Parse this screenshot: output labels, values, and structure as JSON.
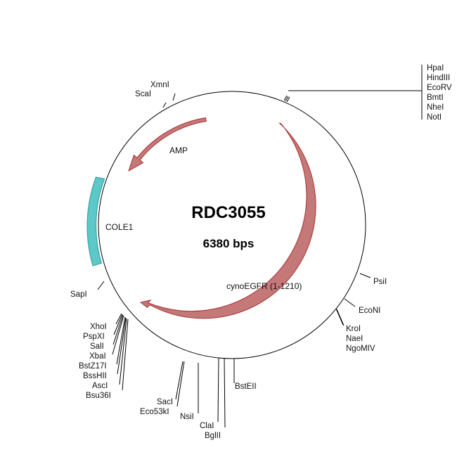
{
  "plasmid": {
    "name": "RDC3055",
    "size": "6380 bps"
  },
  "features": {
    "amp": "AMP",
    "cole1": "COLE1",
    "cyno": "cynoEGFR (1-1210)"
  },
  "sites": {
    "xmni": "XmnI",
    "scai": "ScaI",
    "hpai": "HpaI",
    "hindiii": "HindIII",
    "ecorv": "EcoRV",
    "bmti": "BmtI",
    "nhei": "NheI",
    "noti": "NotI",
    "psii": "PsiI",
    "econi": "EcoNI",
    "kroi": "KroI",
    "naei": "NaeI",
    "ngomiv": "NgoMIV",
    "bsteii": "BstEII",
    "clai": "ClaI",
    "bglii": "BglII",
    "nsii": "NsiI",
    "saci": "SacI",
    "eco53ki": "Eco53kI",
    "xhoi": "XhoI",
    "pspxi": "PspXI",
    "sali": "SalI",
    "xbai": "XbaI",
    "bstz17i": "BstZ17I",
    "bsshii": "BssHII",
    "asci": "AscI",
    "bsu36i": "Bsu36I",
    "sapi": "SapI"
  },
  "colors": {
    "arrow_fill": "#c47878",
    "arrow_stroke": "#a83232",
    "cole1_fill": "#5cc8c8",
    "cole1_stroke": "#2e9a9a",
    "backbone": "#000000"
  }
}
